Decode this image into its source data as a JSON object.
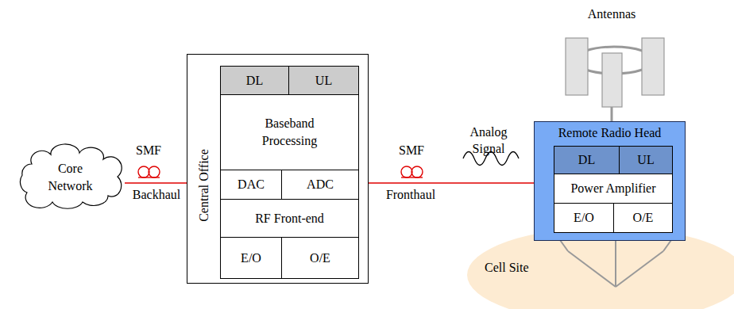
{
  "diagram": {
    "nodes": [
      {
        "text": [
          "Core Network"
        ]
      },
      {
        "text": [
          "Central Office"
        ]
      },
      {
        "text": [
          "DL"
        ],
        "in": 1
      },
      {
        "text": [
          "UL"
        ],
        "in": 1
      },
      {
        "text": [
          "Baseband Processing"
        ],
        "in": 1
      },
      {
        "text": [
          "DAC"
        ],
        "in": 1
      },
      {
        "text": [
          "ADC"
        ],
        "in": 1
      },
      {
        "text": [
          "RF Front-end"
        ],
        "in": 1
      },
      {
        "text": [
          "E/O"
        ],
        "in": 1
      },
      {
        "text": [
          "O/E"
        ],
        "in": 1
      },
      {
        "text": [
          "Cell Site"
        ]
      },
      {
        "text": [
          "Remote Radio Head"
        ]
      },
      {
        "text": [
          "DL"
        ],
        "in": 11
      },
      {
        "text": [
          "UL"
        ],
        "in": 11
      },
      {
        "text": [
          "Power Amplifier"
        ],
        "in": 11
      },
      {
        "text": [
          "E/O"
        ],
        "in": 11
      },
      {
        "text": [
          "O/E"
        ],
        "in": 11
      }
    ],
    "edges": [
      {
        "from": 0,
        "to": 1,
        "arrow": "none",
        "label": "Backhaul"
      },
      {
        "from": 1,
        "to": 11,
        "arrow": "none",
        "label": "Fronthaul"
      }
    ],
    "labels": [
      "SMF",
      "SMF",
      "Analog Signal",
      "Antennas"
    ]
  }
}
